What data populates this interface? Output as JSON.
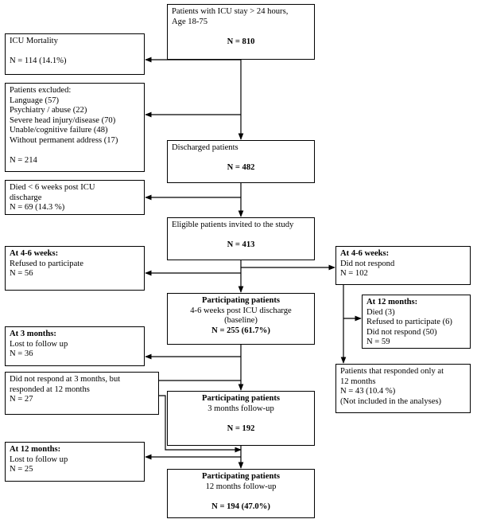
{
  "boxes": {
    "start": {
      "lines": [
        "Patients with ICU stay > 24 hours,",
        "Age 18-75"
      ],
      "n": "N = 810"
    },
    "mortality": {
      "title": "ICU Mortality",
      "n": "N = 114 (14.1%)"
    },
    "excluded": {
      "lines": [
        "Patients excluded:",
        "Language (57)",
        "Psychiatry / abuse (22)",
        "Severe head injury/disease (70)",
        "Unable/cognitive failure (48)",
        "Without permanent address (17)"
      ],
      "n": "N = 214"
    },
    "discharged": {
      "title": "Discharged patients",
      "n": "N = 482"
    },
    "died": {
      "lines": [
        "Died < 6 weeks post ICU",
        "discharge"
      ],
      "n": "N = 69 (14.3 %)"
    },
    "eligible": {
      "title": "Eligible patients invited to the study",
      "n": "N = 413"
    },
    "refused": {
      "head": "At 4-6 weeks:",
      "lines": [
        "Refused to participate"
      ],
      "n": "N = 56"
    },
    "no_response": {
      "head": "At 4-6 weeks:",
      "lines": [
        "Did not respond"
      ],
      "n": "N = 102"
    },
    "baseline": {
      "title": "Participating patients",
      "lines": [
        "4-6 weeks post ICU discharge",
        "(baseline)"
      ],
      "n": "N = 255 (61.7%)"
    },
    "twelve_month_sub": {
      "head": "At 12 months:",
      "lines": [
        "Died (3)",
        "Refused to participate (6)",
        "Did not respond (50)"
      ],
      "n": "N = 59"
    },
    "lost3": {
      "head": "At 3 months:",
      "lines": [
        "Lost to follow up"
      ],
      "n": "N = 36"
    },
    "late_responders": {
      "lines": [
        "Patients that responded only at",
        "12 months"
      ],
      "n": "N = 43 (10.4 %)",
      "note": "(Not included in the analyses)"
    },
    "did_not_respond3": {
      "lines": [
        "Did not respond at 3 months, but",
        "responded at 12 months"
      ],
      "n": "N = 27"
    },
    "three_month": {
      "title": "Participating patients",
      "lines": [
        "3 months follow-up"
      ],
      "n": "N = 192"
    },
    "lost12": {
      "head": "At 12 months:",
      "lines": [
        "Lost to follow up"
      ],
      "n": " N = 25"
    },
    "twelve_month": {
      "title": "Participating patients",
      "lines": [
        "12 months follow-up"
      ],
      "n": "N = 194 (47.0%)"
    }
  }
}
